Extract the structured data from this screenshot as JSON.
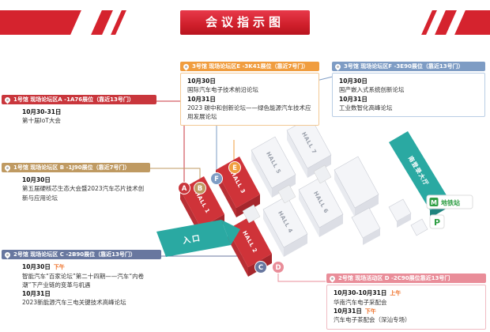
{
  "banner": {
    "title": "会议指示图",
    "color": "#d5232e"
  },
  "callouts": {
    "A": {
      "letter": "A",
      "color": "#c9363c",
      "header": "1号馆 现场论坛区A -1A76展位（靠近13号门）",
      "events": [
        {
          "date": "10月30-31日",
          "title": "第十届IoT大会"
        }
      ]
    },
    "B": {
      "letter": "B",
      "color": "#bf9a62",
      "header": "1号馆 现场论坛区 B -1J90展位（靠近7号门）",
      "events": [
        {
          "date": "10月30日",
          "title": "第五届硬核芯生态大会暨2023汽车芯片技术创新与应用论坛"
        }
      ]
    },
    "C": {
      "letter": "C",
      "color": "#68779f",
      "header": "2号馆 现场论坛区 C -2B90展位（靠近13号门）",
      "events": [
        {
          "date": "10月30日",
          "tag": "下午",
          "title": "智能汽车“百家论坛”第二十四期——汽车“内卷潮”下产业链的变革与机遇"
        },
        {
          "date": "10月31日",
          "title": "2023新能源汽车三电关键技术高峰论坛"
        }
      ]
    },
    "D": {
      "letter": "D",
      "color": "#e98d99",
      "header": "2号馆 现场活动区 D -2C90展位靠近13号门",
      "events": [
        {
          "date": "10月30-10月31日",
          "tag": "上午",
          "title": "华南汽车电子采配会"
        },
        {
          "date": "10月31日",
          "tag": "下午",
          "title": "汽车电子茶配会（深汕专场）"
        }
      ]
    },
    "E": {
      "letter": "E",
      "color": "#f09d3f",
      "header": "3号馆 现场论坛区E -3K41展位（靠近7号门）",
      "events": [
        {
          "date": "10月30日",
          "title": "国际汽车电子技术前沿论坛"
        },
        {
          "date": "10月31日",
          "title": "2023 碳中和创新论坛——绿色能源汽车技术应用发展论坛"
        }
      ]
    },
    "F": {
      "letter": "F",
      "color": "#7e9cc4",
      "header": "3号馆 现场论坛区F -3E90展位（靠近13号门）",
      "events": [
        {
          "date": "10月30日",
          "title": "国产嵌入式系统创新论坛"
        },
        {
          "date": "10月31日",
          "title": "工业数智化高峰论坛"
        }
      ]
    }
  },
  "map": {
    "halls": [
      {
        "label": "HALL 1",
        "type": "red"
      },
      {
        "label": "HALL 2",
        "type": "red"
      },
      {
        "label": "HALL 3",
        "type": "red"
      },
      {
        "label": "HALL 4",
        "type": "white"
      },
      {
        "label": "HALL 5",
        "type": "white"
      },
      {
        "label": "HALL 6",
        "type": "white"
      },
      {
        "label": "HALL 7",
        "type": "white"
      }
    ],
    "entrance_label": "入口",
    "south_hall_label": "南登录大厅",
    "metro_label": "地铁站",
    "parking_label": "P",
    "teal_color": "#2aa9a2",
    "metro_green": "#2f9e44"
  }
}
